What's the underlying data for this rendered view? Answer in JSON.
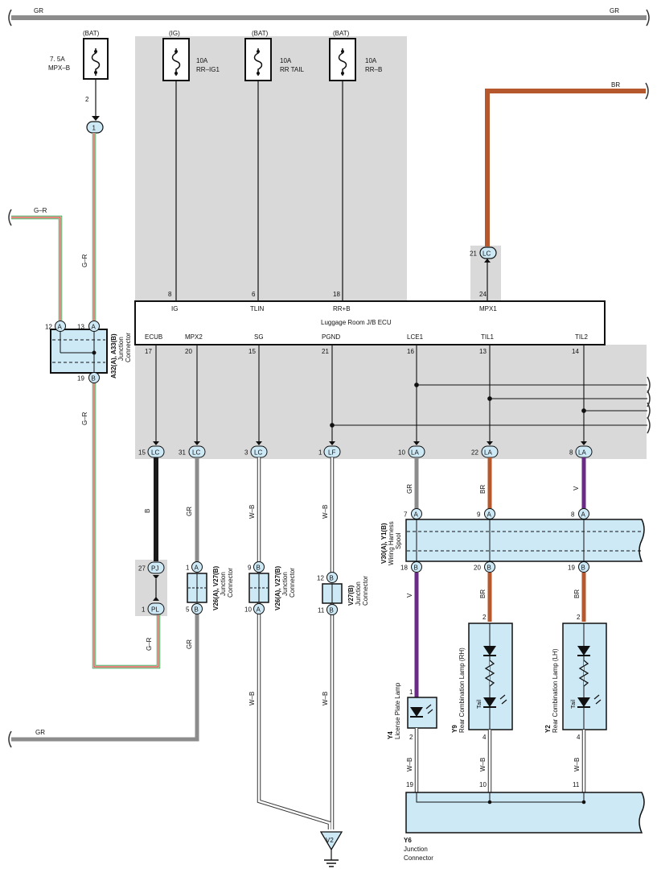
{
  "colors": {
    "gray_panel": "#d9d9da",
    "light_blue": "#cde9f6",
    "wire_gray": "#8c8c8c",
    "wire_brown": "#b5582e",
    "wire_violet": "#6a2a86",
    "wire_green": "#4aa25a",
    "wire_red": "#d43a2f",
    "wire_black": "#1a1a1a"
  },
  "top_wire": {
    "left_label": "GR",
    "right_label": "GR"
  },
  "fuses": {
    "mpx_b": {
      "source": "(BAT)",
      "rating": "7. 5A",
      "name": "MPX–B",
      "pin": "2"
    },
    "rr_ig1": {
      "source": "(IG)",
      "rating": "10A",
      "name": "RR–IG1"
    },
    "rr_tail": {
      "source": "(BAT)",
      "rating": "10A",
      "name": "RR TAIL"
    },
    "rr_b": {
      "source": "(BAT)",
      "rating": "10A",
      "name": "RR–B"
    }
  },
  "br_wire": {
    "label": "BR",
    "pin_21": "21",
    "conn": "LC",
    "pin_24": "24"
  },
  "ecu": {
    "title": "Luggage Room J/B ECU",
    "top_pins": [
      {
        "num": "8",
        "name": "IG"
      },
      {
        "num": "6",
        "name": "TLIN"
      },
      {
        "num": "18",
        "name": "RR+B"
      },
      {
        "num": "24",
        "name": "MPX1"
      }
    ],
    "bottom_pins": [
      {
        "num": "17",
        "name": "ECUB"
      },
      {
        "num": "20",
        "name": "MPX2"
      },
      {
        "num": "15",
        "name": "SG"
      },
      {
        "num": "21",
        "name": "PGND"
      },
      {
        "num": "16",
        "name": "LCE1"
      },
      {
        "num": "13",
        "name": "TIL1"
      },
      {
        "num": "14",
        "name": "TIL2"
      }
    ]
  },
  "connector_row": [
    {
      "num": "15",
      "conn": "LC"
    },
    {
      "num": "31",
      "conn": "LC"
    },
    {
      "num": "3",
      "conn": "LC"
    },
    {
      "num": "1",
      "conn": "LF"
    },
    {
      "num": "10",
      "conn": "LA"
    },
    {
      "num": "22",
      "conn": "LA"
    },
    {
      "num": "8",
      "conn": "LA"
    }
  ],
  "gr_wire_left": {
    "label": "G–R",
    "pin1": "1"
  },
  "a32": {
    "pin12": "12",
    "pin12_conn": "A",
    "pin13": "13",
    "pin13_conn": "A",
    "pin19": "19",
    "pin19_conn": "B",
    "name": "A32(A), A33(B)",
    "desc1": "Junction",
    "desc2": "Connector"
  },
  "wire_labels": {
    "gr_vertical_1": "G–R",
    "gr_vertical_2": "G–R",
    "gr_vertical_3": "G–R",
    "b": "B",
    "gr_a": "GR",
    "gr_b": "GR",
    "wb1": "W–B",
    "wb2": "W–B",
    "wb3": "W–B",
    "wb4": "W–B",
    "gr_la": "GR",
    "br_la1": "BR",
    "v_la": "V",
    "v_lower": "V",
    "br_lower1": "BR",
    "br_lower2": "BR",
    "wb_y4": "W–B",
    "wb_y9": "W–B",
    "wb_y2": "W–B",
    "gr_bottom": "GR"
  },
  "pj_pl": {
    "pin27": "27",
    "pj": "PJ",
    "pin1": "1",
    "pl": "PL"
  },
  "v26_a": {
    "pin_top": "1",
    "conn_top": "A",
    "pin_bot": "5",
    "conn_bot": "B",
    "name": "V26(A), V27(B)",
    "desc1": "Junction",
    "desc2": "Connector"
  },
  "v26_b": {
    "pin_top": "9",
    "conn_top": "B",
    "pin_bot": "10",
    "conn_bot": "A",
    "name": "V26(A), V27(B)",
    "desc1": "Junction",
    "desc2": "Connector"
  },
  "v27": {
    "pin_top": "12",
    "conn_top": "B",
    "pin_bot": "11",
    "conn_bot": "B",
    "name": "V27(B)",
    "desc1": "Junction",
    "desc2": "Connector"
  },
  "v30": {
    "top_pins": [
      {
        "num": "7",
        "conn": "A"
      },
      {
        "num": "9",
        "conn": "A"
      },
      {
        "num": "8",
        "conn": "A"
      }
    ],
    "bottom_pins": [
      {
        "num": "18",
        "conn": "B"
      },
      {
        "num": "20",
        "conn": "B"
      },
      {
        "num": "19",
        "conn": "B"
      }
    ],
    "name": "V30(A), Y1(B)",
    "desc1": "Wiring Harness",
    "desc2": "Spool"
  },
  "y4": {
    "pin_in": "1",
    "pin_out": "2",
    "id": "Y4",
    "name": "License Plate Lamp"
  },
  "y9": {
    "pin_in": "2",
    "pin_out": "4",
    "id": "Y9",
    "name": "Rear Combination Lamp (RH)",
    "tail": "Tail"
  },
  "y2": {
    "pin_in": "2",
    "pin_out": "4",
    "id": "Y2",
    "name": "Rear Combination Lamp (LH)",
    "tail": "Tail"
  },
  "y6": {
    "pins": [
      "19",
      "10",
      "11"
    ],
    "id": "Y6",
    "desc1": "Junction",
    "desc2": "Connector"
  },
  "ground": {
    "label": "V2"
  }
}
